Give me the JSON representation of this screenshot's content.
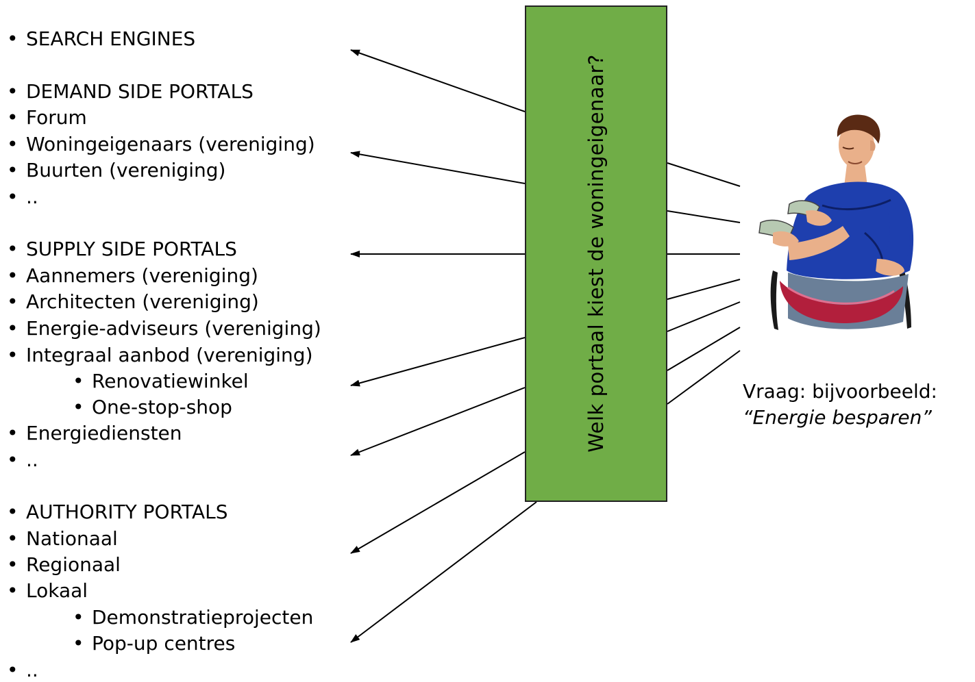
{
  "colors": {
    "box_fill": "#70ad47",
    "line": "#000000"
  },
  "box": {
    "label": "Welk portaal kiest de woningeigenaar?"
  },
  "question": {
    "label": "Vraag: bijvoorbeeld:",
    "quote": "“Energie besparen”"
  },
  "person": {
    "icon": "man-counting-money-clipart-icon"
  },
  "list": {
    "bullet": "•",
    "items": [
      "SEARCH ENGINES",
      "DEMAND SIDE PORTALS",
      "Forum",
      "Woningeigenaars (vereniging)",
      "Buurten (vereniging)",
      "..",
      "SUPPLY SIDE PORTALS",
      "Aannemers (vereniging)",
      "Architecten (vereniging)",
      "Energie-adviseurs (vereniging)",
      "Integraal aanbod (vereniging)",
      "Renovatiewinkel",
      "One-stop-shop",
      "Energiediensten",
      "..",
      "AUTHORITY PORTALS",
      "Nationaal",
      "Regionaal",
      "Lokaal",
      "Demonstratieprojecten",
      "Pop-up centres",
      ".."
    ]
  }
}
